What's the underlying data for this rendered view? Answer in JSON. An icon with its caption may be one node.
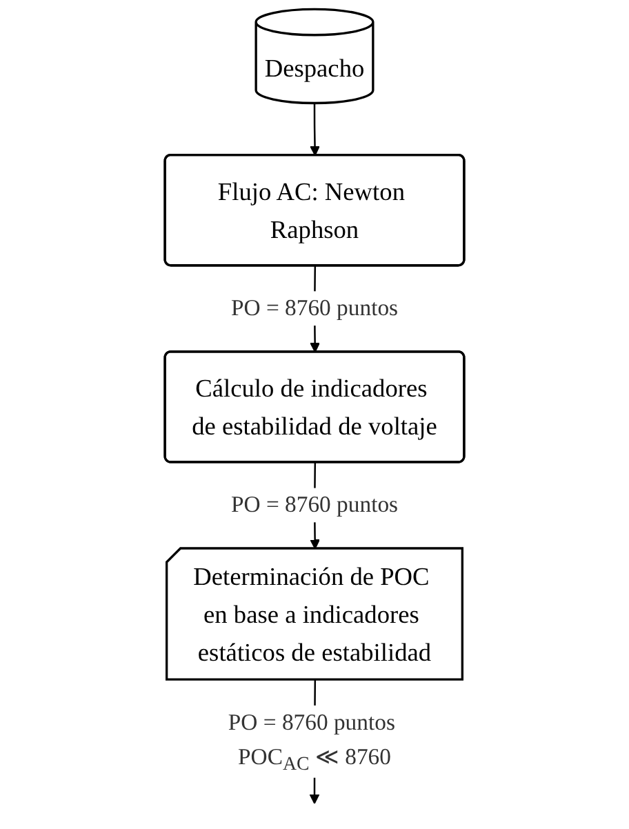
{
  "diagram": {
    "nodes": [
      {
        "text": [
          "Despacho"
        ]
      },
      {
        "text": [
          "Flujo AC: Newton Raphson"
        ]
      },
      {
        "text": [
          "Cálculo de indicadores de estabilidad de voltaje"
        ]
      },
      {
        "text": [
          "Determinación de POC en base a indicadores estáticos de estabilidad"
        ]
      }
    ],
    "edges": [
      {
        "from": 0,
        "to": 1,
        "arrow": "to"
      },
      {
        "from": 1,
        "to": 2,
        "arrow": "to",
        "label": "PO = 8760 puntos"
      },
      {
        "from": 2,
        "to": 3,
        "arrow": "to",
        "label": "PO = 8760 puntos"
      },
      {
        "from": 3,
        "to": null,
        "arrow": "to",
        "label": "PO = 8760 puntos POC$_{AC}$ ≪ 8760"
      }
    ]
  }
}
